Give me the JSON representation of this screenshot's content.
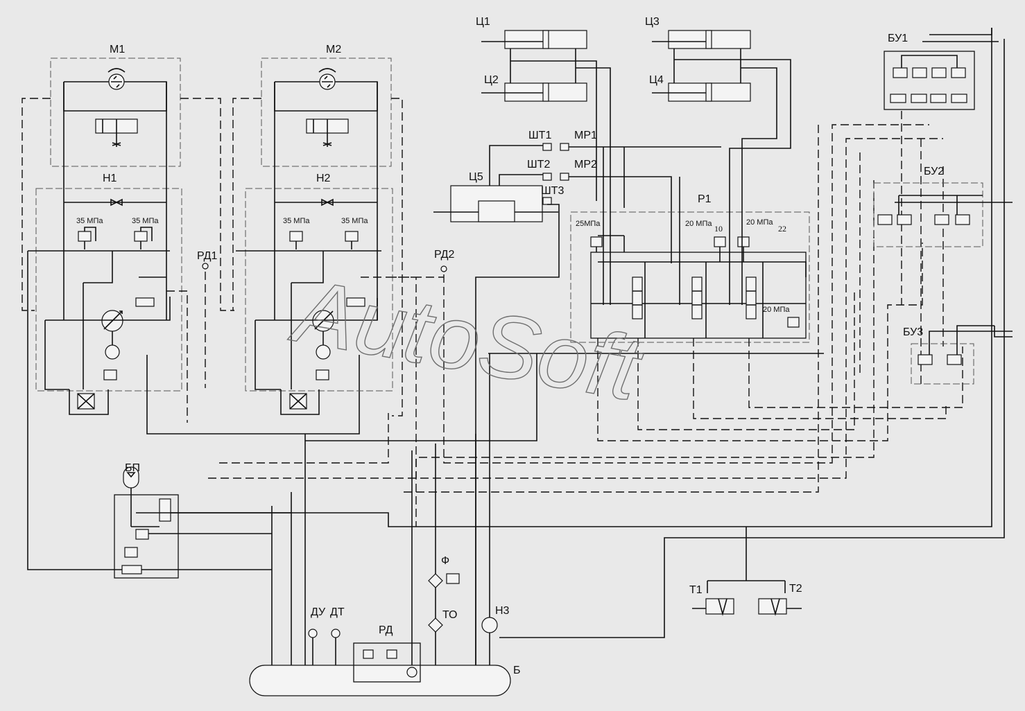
{
  "watermark": "AutoSoft",
  "labels": {
    "m1": "М1",
    "m2": "М2",
    "n1": "Н1",
    "n2": "Н2",
    "p1_35a": "35 МПа",
    "p1_35b": "35 МПа",
    "p2_35a": "35 МПа",
    "p2_35b": "35 МПа",
    "rd1": "РД1",
    "rd2": "РД2",
    "c1": "Ц1",
    "c2": "Ц2",
    "c3": "Ц3",
    "c4": "Ц4",
    "c5": "Ц5",
    "sht1": "ШТ1",
    "sht2": "ШТ2",
    "sht3": "ШТ3",
    "mr1": "МР1",
    "mr2": "МР2",
    "r1": "Р1",
    "r1_25": "25МПа",
    "r1_20a": "20 МПа",
    "r1_20b": "20 МПа",
    "r1_20c": "20 МПа",
    "num10": "10",
    "num22": "22",
    "bu1": "БУ1",
    "bu2": "БУ2",
    "bu3": "БУ3",
    "bp": "БП",
    "f": "Ф",
    "to": "ТО",
    "n3": "Н3",
    "du": "ДУ",
    "dt": "ДТ",
    "rd": "РД",
    "b": "Б",
    "t1": "Т1",
    "t2": "Т2"
  },
  "colors": {
    "background": "#e9e9e9",
    "line": "#111111",
    "watermark": "#6e6e6e"
  }
}
